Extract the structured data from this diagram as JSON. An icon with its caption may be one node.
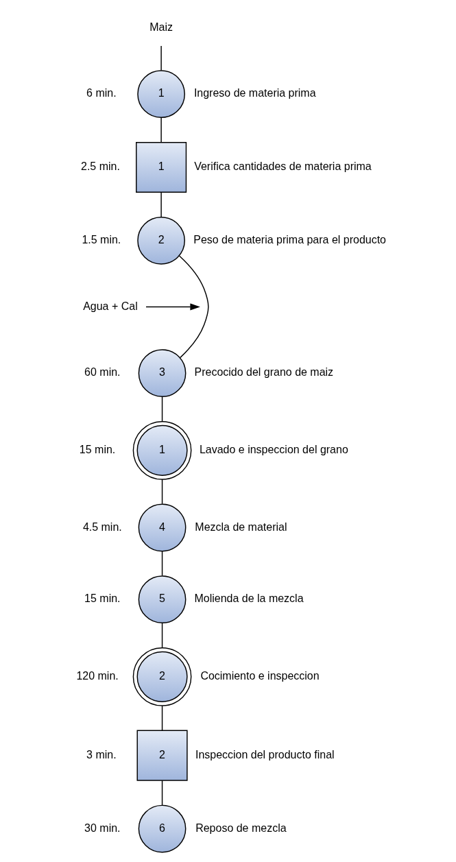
{
  "diagram": {
    "nodes": [
      {
        "text": [
          "Maiz"
        ]
      },
      {
        "text": [
          "1"
        ],
        "beside": [
          "6 min.",
          "Ingreso de materia prima"
        ]
      },
      {
        "text": [
          "1"
        ],
        "beside": [
          "2.5 min.",
          "Verifica cantidades de materia prima"
        ]
      },
      {
        "text": [
          "2"
        ],
        "beside": [
          "1.5 min.",
          "Peso de materia prima para el producto"
        ]
      },
      {
        "text": [
          "Agua + Cal"
        ]
      },
      {
        "text": [
          "3"
        ],
        "beside": [
          "60 min.",
          "Precocido del grano de maiz"
        ]
      },
      {
        "text": [
          "1"
        ],
        "beside": [
          "15 min.",
          "Lavado e inspeccion del grano"
        ]
      },
      {
        "text": [
          "4"
        ],
        "beside": [
          "4.5 min.",
          "Mezcla de material"
        ]
      },
      {
        "text": [
          "5"
        ],
        "beside": [
          "15 min.",
          "Molienda de la mezcla"
        ]
      },
      {
        "text": [
          "2"
        ],
        "beside": [
          "120 min.",
          "Cocimiento e inspeccion"
        ]
      },
      {
        "text": [
          "2"
        ],
        "beside": [
          "3 min.",
          "Inspeccion del producto final"
        ]
      },
      {
        "text": [
          "6"
        ],
        "beside": [
          "30 min.",
          "Reposo de mezcla"
        ]
      }
    ],
    "edges": [
      {
        "from": 0,
        "to": 1,
        "arrow": "none"
      },
      {
        "from": 1,
        "to": 2,
        "arrow": "none"
      },
      {
        "from": 2,
        "to": 3,
        "arrow": "none"
      },
      {
        "from": 3,
        "to": 5,
        "arrow": "none"
      },
      {
        "from": 4,
        "to": null,
        "arrow": "to"
      },
      {
        "from": 5,
        "to": 6,
        "arrow": "none"
      },
      {
        "from": 6,
        "to": 7,
        "arrow": "none"
      },
      {
        "from": 7,
        "to": 8,
        "arrow": "none"
      },
      {
        "from": 8,
        "to": 9,
        "arrow": "none"
      },
      {
        "from": 9,
        "to": 10,
        "arrow": "none"
      },
      {
        "from": 10,
        "to": 11,
        "arrow": "none"
      }
    ]
  }
}
